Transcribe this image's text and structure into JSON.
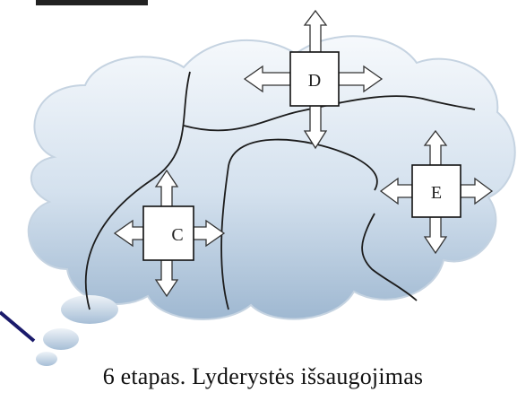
{
  "diagram": {
    "nodes": [
      {
        "id": "D",
        "label": "D"
      },
      {
        "id": "E",
        "label": "E"
      },
      {
        "id": "C",
        "label": "C"
      }
    ],
    "caption": "6 etapas. Lyderystės išsaugojimas",
    "colors": {
      "cloud_top": "#f4f8fc",
      "cloud_bottom": "#a8bfd6",
      "outline": "#1c1c1c",
      "arrow_fill": "#ffffff"
    }
  }
}
